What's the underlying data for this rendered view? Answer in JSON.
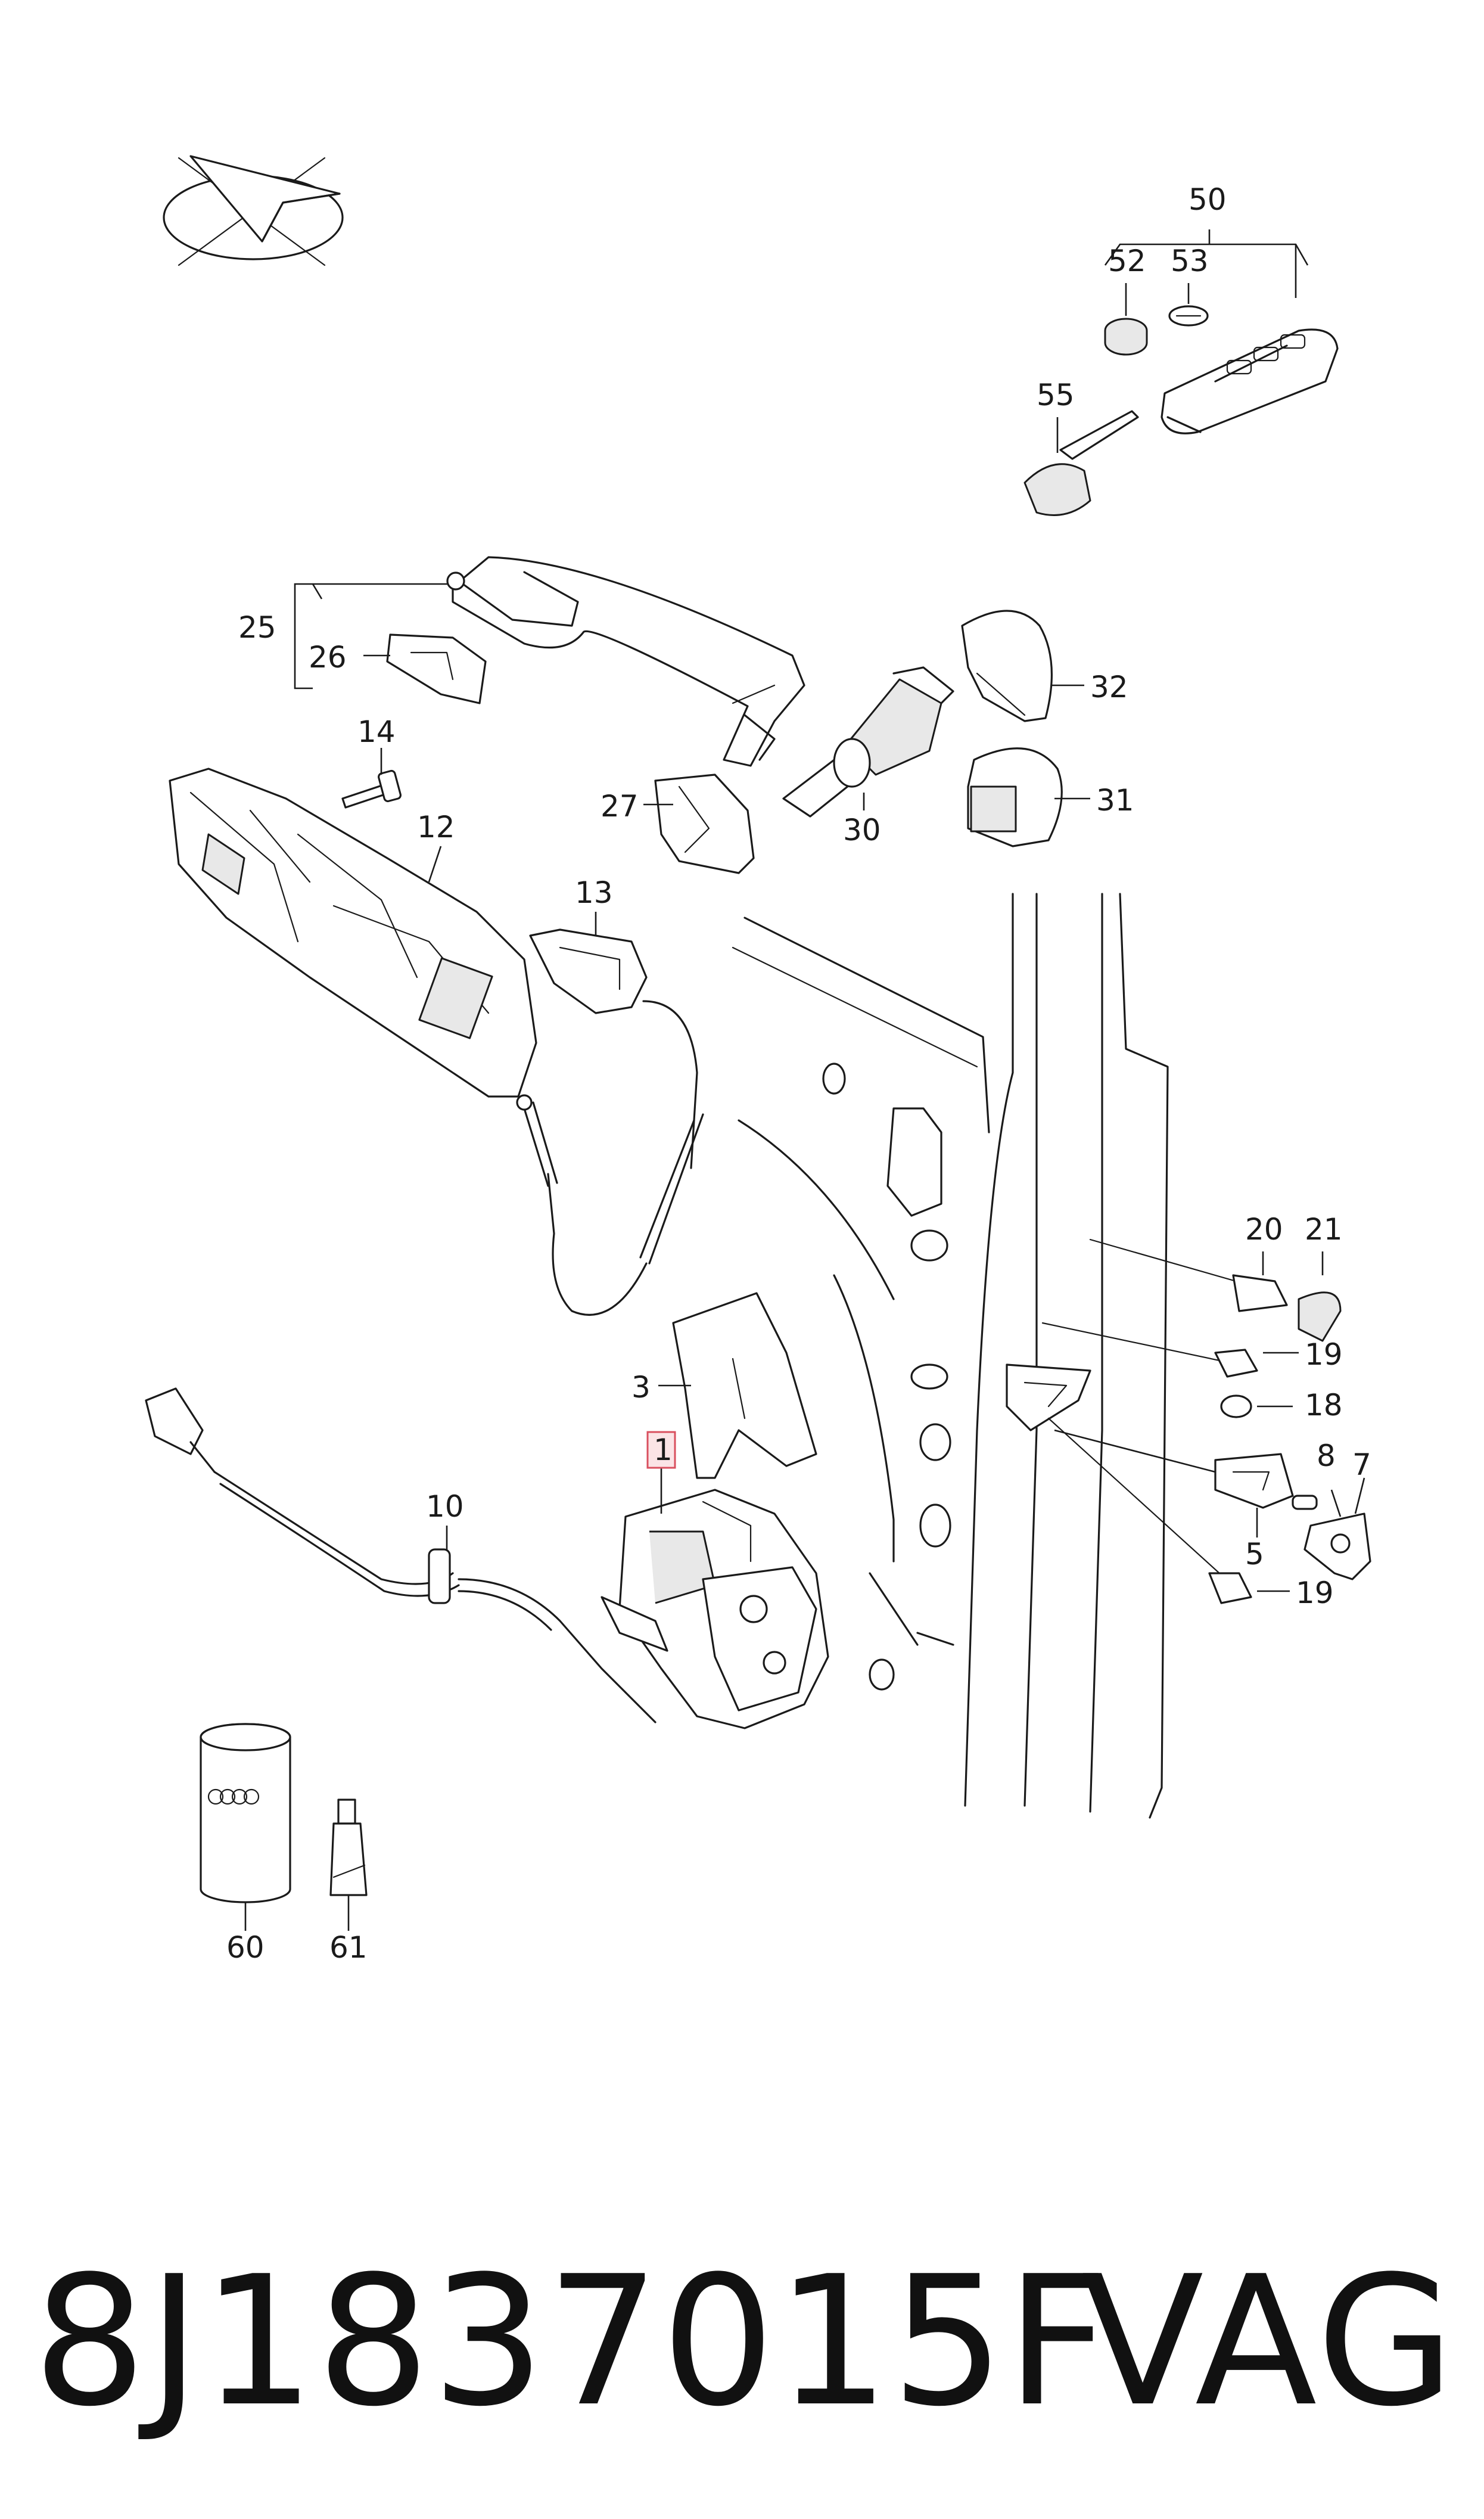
{
  "footer": {
    "part_number": "8J1837015F",
    "brand": "VAG"
  },
  "highlight_color": "#d9505f",
  "callouts": {
    "c1": "1",
    "c3": "3",
    "c5": "5",
    "c7": "7",
    "c8": "8",
    "c10": "10",
    "c12": "12",
    "c13": "13",
    "c14": "14",
    "c18": "18",
    "c19a": "19",
    "c19b": "19",
    "c20": "20",
    "c21": "21",
    "c25": "25",
    "c26": "26",
    "c27": "27",
    "c30": "30",
    "c31": "31",
    "c32": "32",
    "c50": "50",
    "c52": "52",
    "c53": "53",
    "c55": "55",
    "c60": "60",
    "c61": "61"
  },
  "icons": [
    "vehicle-orientation-icon",
    "audi-rings-icon"
  ]
}
